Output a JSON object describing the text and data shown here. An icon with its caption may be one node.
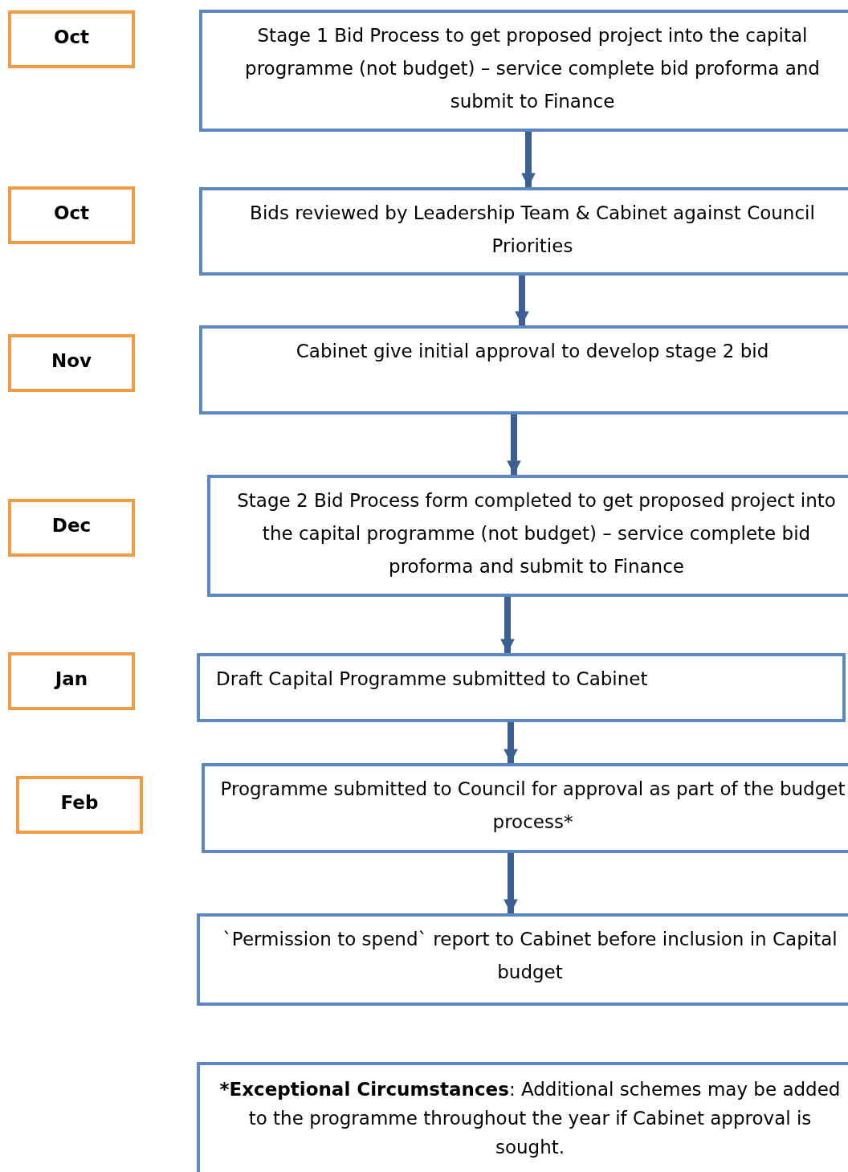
{
  "diagram": {
    "nodes": [
      {
        "text": [
          "Oct"
        ]
      },
      {
        "text": [
          "Stage 1 Bid Process to get proposed project into the capital programme (not budget) – service complete bid proforma and submit to Finance"
        ]
      },
      {
        "text": [
          "Oct"
        ]
      },
      {
        "text": [
          "Bids reviewed by Leadership Team & Cabinet against Council Priorities"
        ]
      },
      {
        "text": [
          "Nov"
        ]
      },
      {
        "text": [
          "Cabinet give initial approval to develop stage 2 bid"
        ]
      },
      {
        "text": [
          "Dec"
        ]
      },
      {
        "text": [
          "Stage 2 Bid Process form completed to get proposed project into the capital programme (not budget) – service complete bid proforma and submit to Finance"
        ]
      },
      {
        "text": [
          "Jan"
        ]
      },
      {
        "text": [
          "Draft Capital Programme submitted to Cabinet"
        ]
      },
      {
        "text": [
          "Feb"
        ]
      },
      {
        "text": [
          "Programme submitted to Council for approval as part of the budget process*"
        ]
      },
      {
        "text": [
          "`Permission to spend` report to Cabinet before inclusion in Capital budget"
        ]
      },
      {
        "text": [
          "***Exceptional Circumstances**: Additional schemes may be added to the programme throughout the year if Cabinet approval is sought."
        ]
      }
    ],
    "edges": [
      {
        "from": 1,
        "to": 3,
        "arrow": "to"
      },
      {
        "from": 3,
        "to": 5,
        "arrow": "to"
      },
      {
        "from": 5,
        "to": 7,
        "arrow": "to"
      },
      {
        "from": 7,
        "to": 9,
        "arrow": "to"
      },
      {
        "from": 9,
        "to": 11,
        "arrow": "to"
      },
      {
        "from": 11,
        "to": 12,
        "arrow": "to"
      }
    ]
  }
}
